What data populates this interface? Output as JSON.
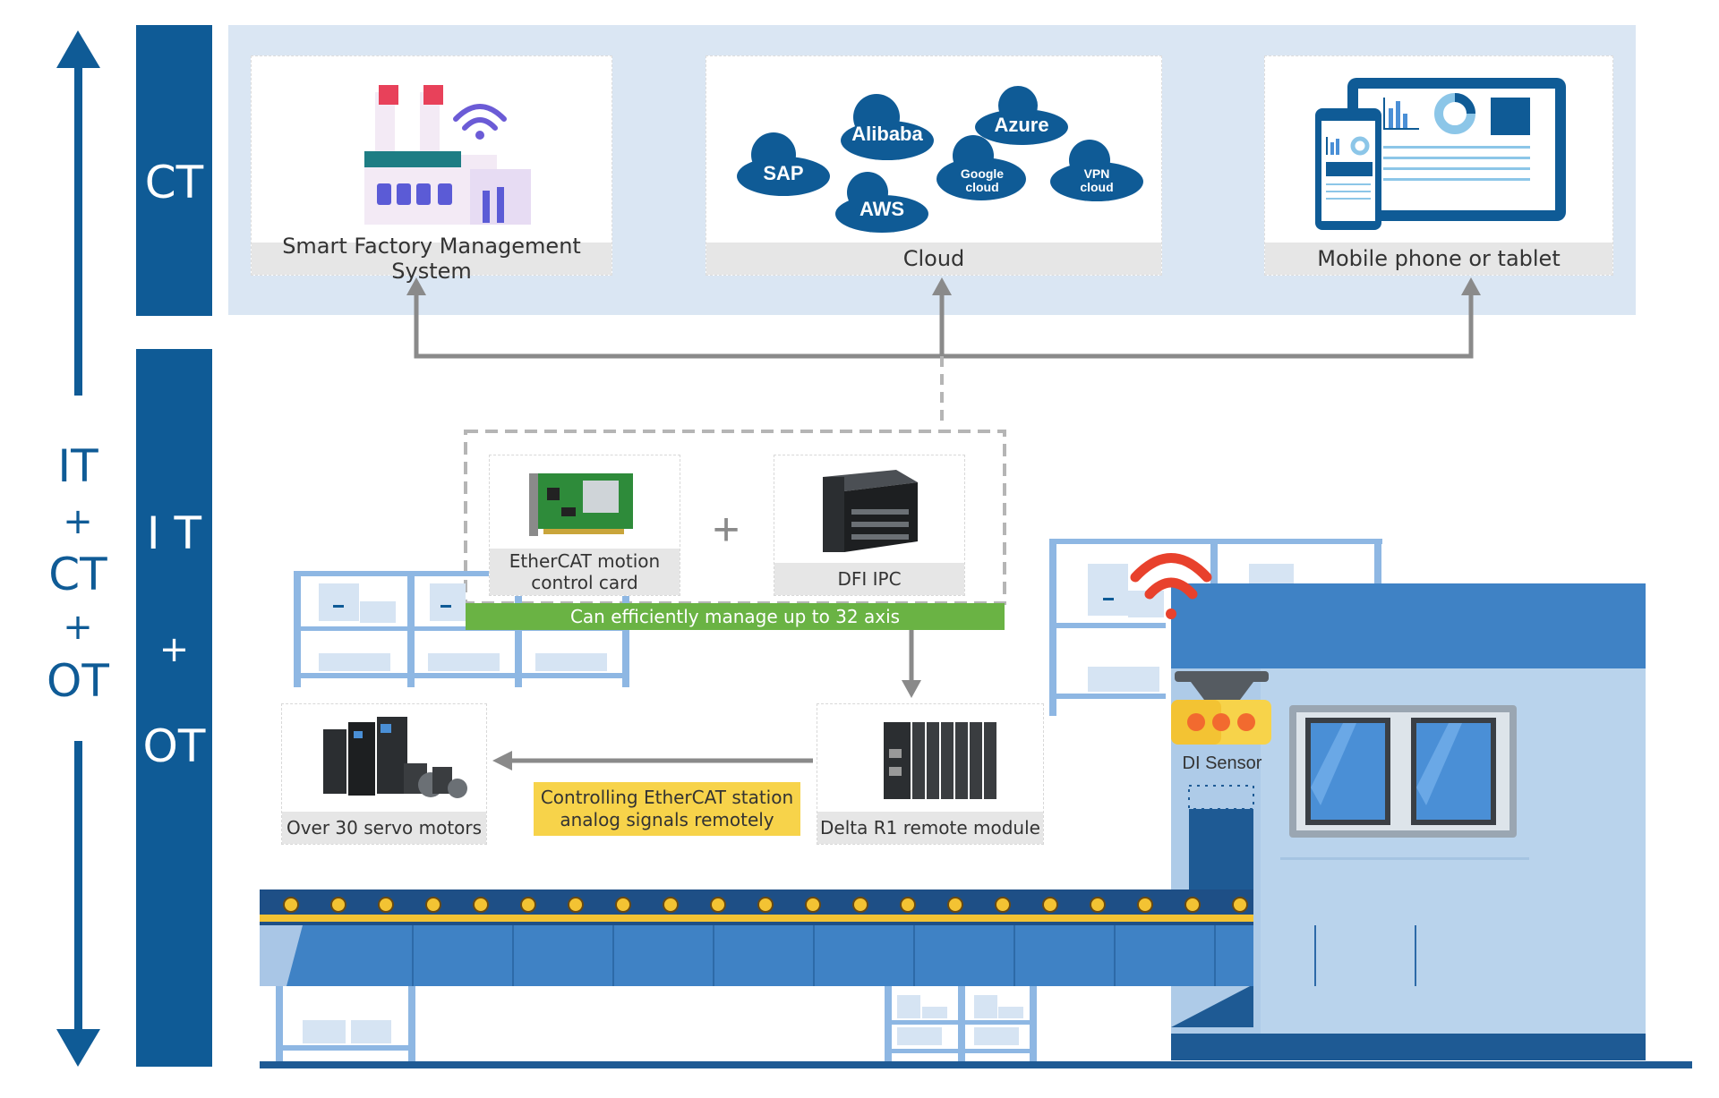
{
  "side_labels": {
    "ct": "CT",
    "it": "I T",
    "plus": "+",
    "ot": "OT"
  },
  "axis_labels": {
    "it": "IT",
    "plus1": "+",
    "ct": "CT",
    "plus2": "+",
    "ot": "OT"
  },
  "top_panels": [
    {
      "caption": "Smart Factory Management System"
    },
    {
      "caption": "Cloud"
    },
    {
      "caption": "Mobile phone or tablet"
    }
  ],
  "clouds": [
    "SAP",
    "Alibaba",
    "AWS",
    "Google cloud",
    "Azure",
    "VPN cloud"
  ],
  "cloud_lines": {
    "sap": "SAP",
    "alibaba": "Alibaba",
    "aws": "AWS",
    "google1": "Google",
    "google2": "cloud",
    "azure": "Azure",
    "vpn1": "VPN",
    "vpn2": "cloud"
  },
  "modules": {
    "ethercat_card_line1": "EtherCAT motion",
    "ethercat_card_line2": "control card",
    "plus_sign": "+",
    "dfi_ipc": "DFI IPC",
    "axis_note": "Can efficiently manage up to 32 axis",
    "servo": "Over 30 servo motors",
    "remote_module": "Delta R1 remote module",
    "control_note_line1": "Controlling EtherCAT station",
    "control_note_line2": "analog signals remotely",
    "di_sensor": "DI Sensor"
  },
  "colors": {
    "brand_blue": "#0f5b96",
    "panel_bg": "#dae6f3",
    "green": "#6ab344",
    "yellow": "#f7d34a",
    "arrow_gray": "#8a8a8a",
    "wifi_red": "#e8412c"
  }
}
